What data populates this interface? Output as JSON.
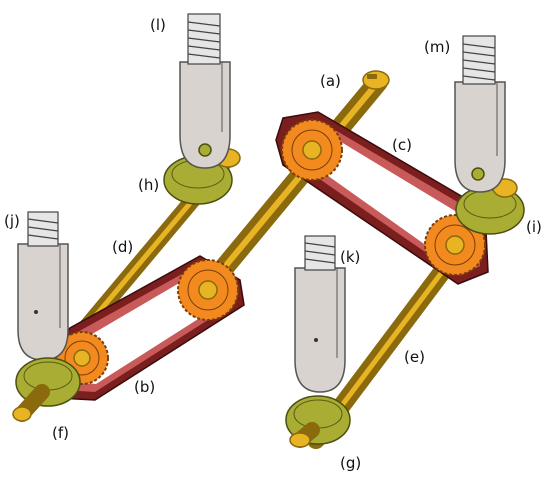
{
  "labels": {
    "a": "(a)",
    "b": "(b)",
    "c": "(c)",
    "d": "(d)",
    "e": "(e)",
    "f": "(f)",
    "g": "(g)",
    "h": "(h)",
    "i": "(i)",
    "j": "(j)",
    "k": "(k)",
    "l": "(l)",
    "m": "(m)"
  },
  "colors": {
    "shaft": "#e8b423",
    "shaft_edge": "#8a6a0c",
    "gear": "#f28a1f",
    "gear_edge": "#7a3e08",
    "belt": "#7a1e1e",
    "belt_inner": "#c85a5a",
    "bracket": "#d9d3cf",
    "bracket_edge": "#555555",
    "crank": "#a9ad33",
    "crank_edge": "#4c4f12",
    "thread": "#e6e6e6",
    "thread_edge": "#444444"
  }
}
